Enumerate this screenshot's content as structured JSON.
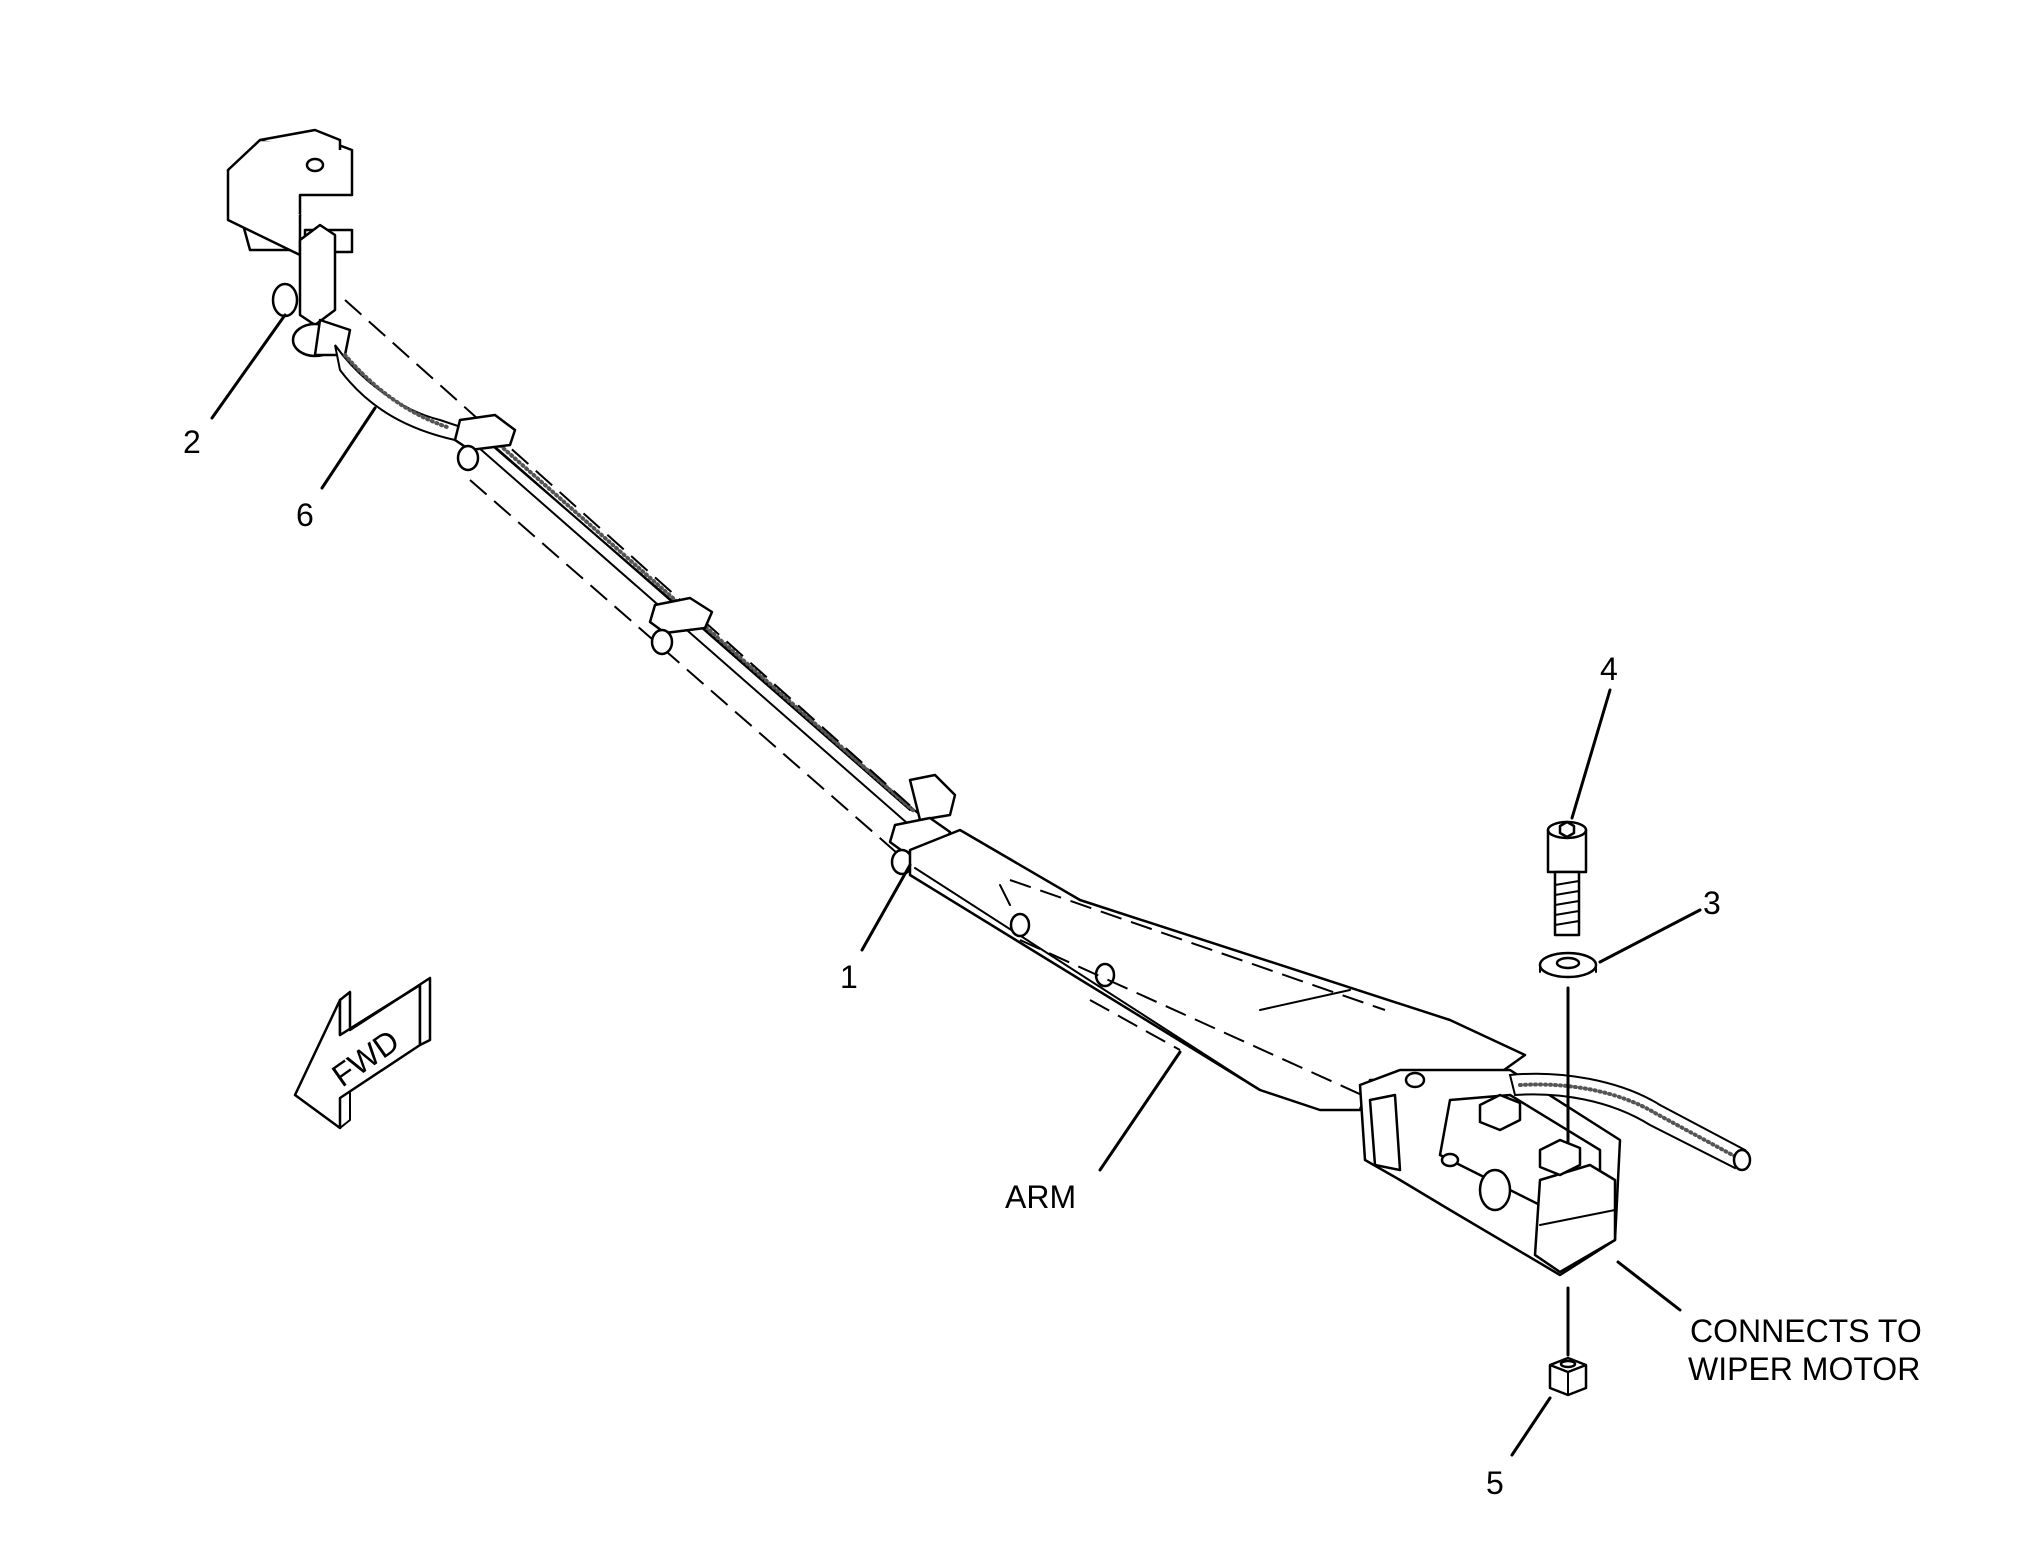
{
  "labels": {
    "item1": "1",
    "item2": "2",
    "item3": "3",
    "item4": "4",
    "item5": "5",
    "item6": "6",
    "arm": "ARM",
    "connects_line1": "CONNECTS TO",
    "connects_line2": "WIPER MOTOR",
    "fwd": "FWD"
  },
  "icons": {
    "direction": "fwd-arrow-icon"
  }
}
